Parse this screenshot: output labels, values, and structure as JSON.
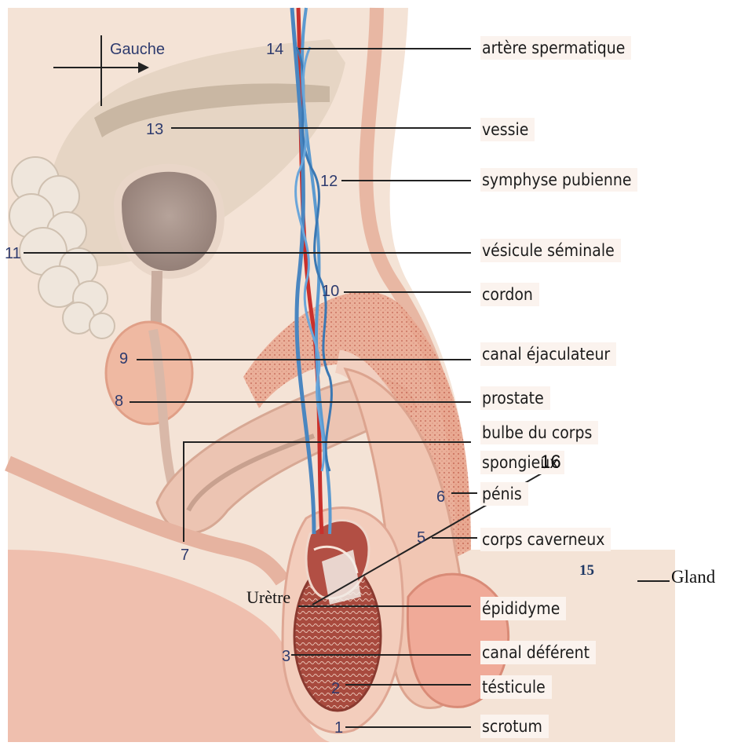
{
  "orientation": {
    "label": "Gauche"
  },
  "labels": {
    "l14": "artère spermatique",
    "l13": "vessie",
    "l12": "symphyse pubienne",
    "l11": "vésicule séminale",
    "l10": "cordon",
    "l9": "canal éjaculateur",
    "l8": "prostate",
    "l7a": "bulbe du corps",
    "l7b": "spongieux",
    "l6": "pénis",
    "l5": "corps caverneux",
    "l15": "Gland",
    "l4": "épididyme",
    "l3": "canal déférent",
    "l2": "tésticule",
    "l1": "scrotum",
    "l16": "Urètre"
  },
  "numbers": {
    "n1": "1",
    "n2": "2",
    "n3": "3",
    "n5": "5",
    "n6": "6",
    "n7": "7",
    "n8": "8",
    "n9": "9",
    "n10": "10",
    "n11": "11",
    "n12": "12",
    "n13": "13",
    "n14": "14",
    "n15": "15",
    "n16": "16"
  }
}
